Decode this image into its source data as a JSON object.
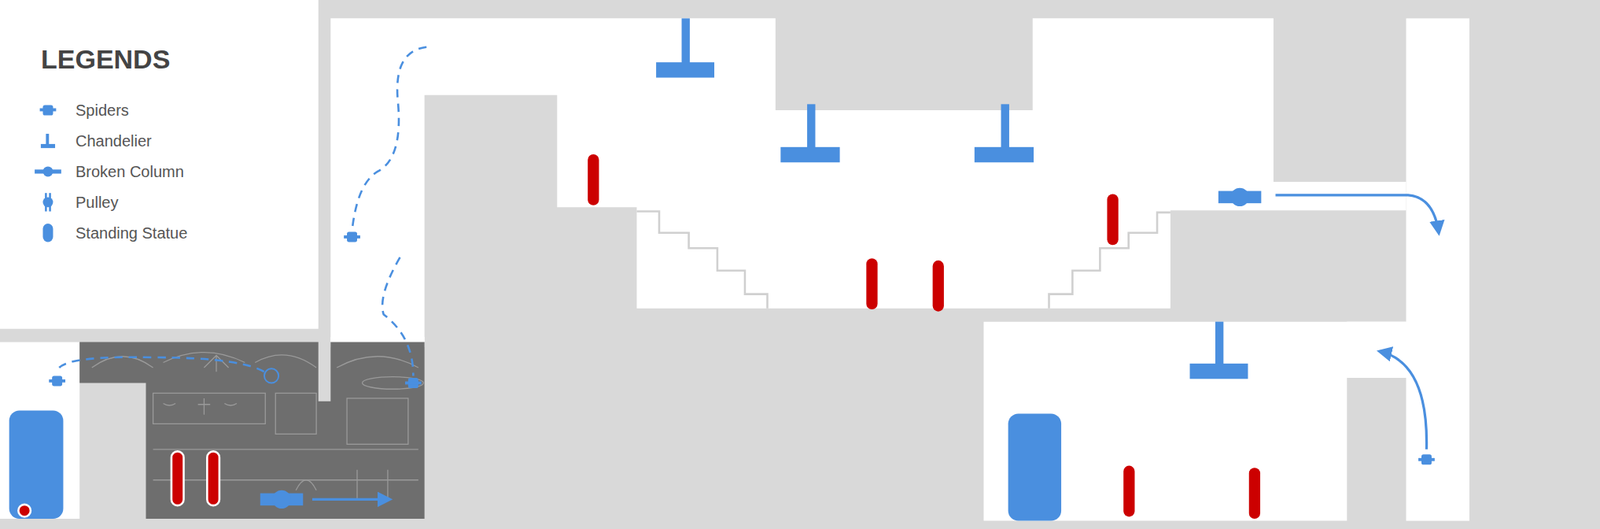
{
  "diagram": {
    "title": "LEGENDS",
    "legend": [
      {
        "text": "Spiders"
      },
      {
        "text": "Chandelier"
      },
      {
        "text": "Broken Column"
      },
      {
        "text": "Pulley"
      },
      {
        "text": "Standing Statue"
      }
    ]
  }
}
